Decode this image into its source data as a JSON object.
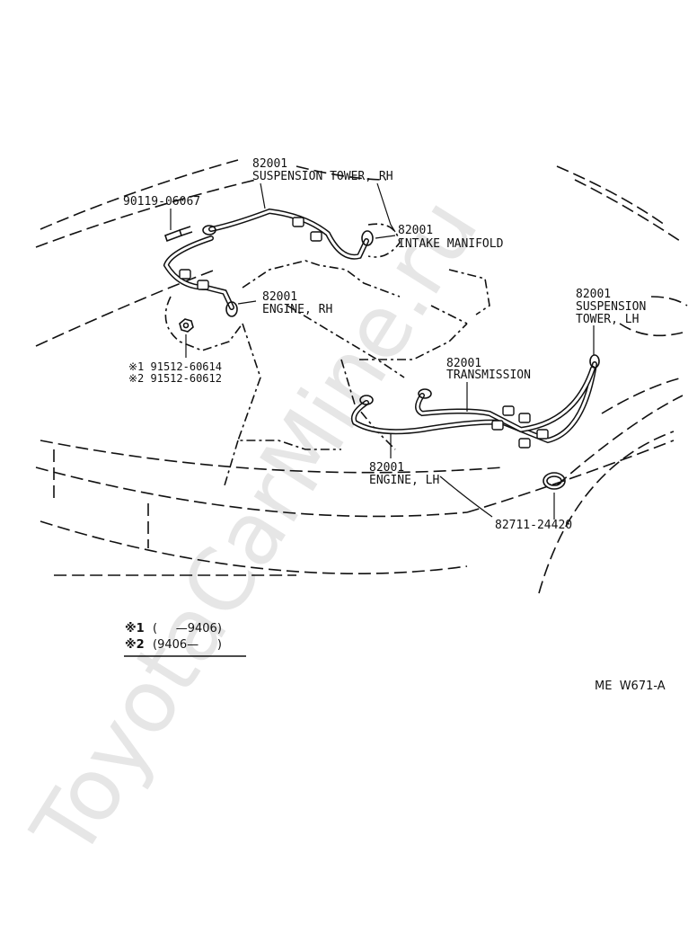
{
  "watermark": "ToyotaCarMine.ru",
  "labels": {
    "susp_rh_num": "82001",
    "susp_rh_name": "SUSPENSION TOWER, RH",
    "bolt_num": "90119-06067",
    "intake_num": "82001",
    "intake_name": "INTAKE MANIFOLD",
    "engine_rh_num": "82001",
    "engine_rh_name": "ENGINE, RH",
    "nut_1": "※1 91512-60614",
    "nut_2": "※2 91512-60612",
    "susp_lh_num": "82001",
    "susp_lh_name1": "SUSPENSION",
    "susp_lh_name2": "TOWER, LH",
    "trans_num": "82001",
    "trans_name": "TRANSMISSION",
    "engine_lh_num": "82001",
    "engine_lh_name": "ENGINE, LH",
    "clamp_num": "82711-24420"
  },
  "legend": {
    "row1_mark": "※1",
    "row1_text": "(     —9406)",
    "row2_mark": "※2",
    "row2_text": "(9406—     )"
  },
  "figure_code": "ME  W671-A"
}
